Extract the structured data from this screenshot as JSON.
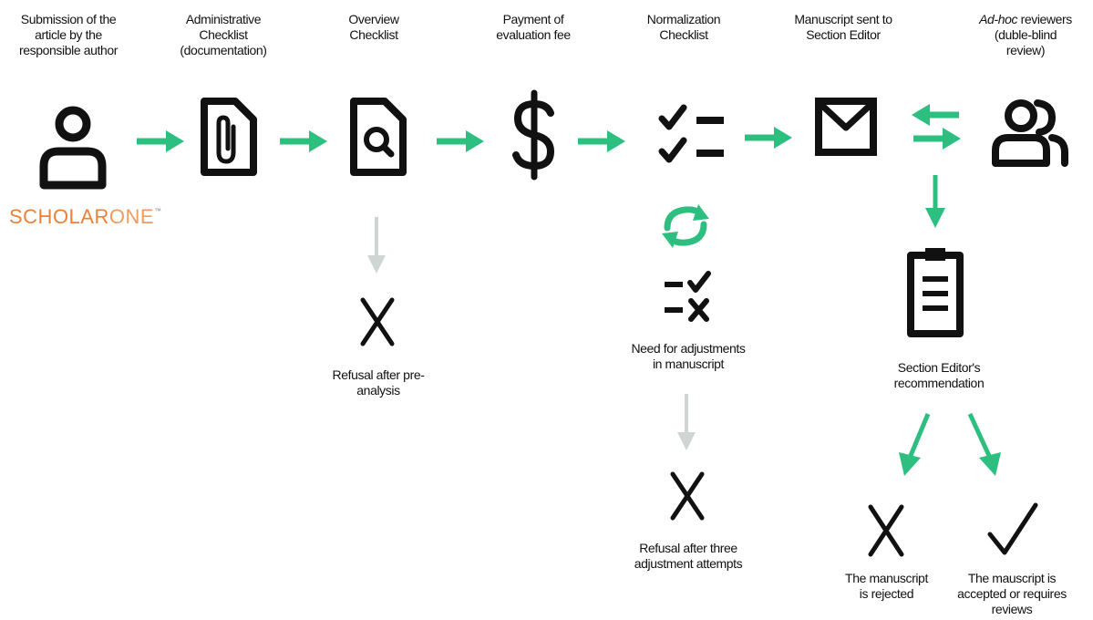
{
  "colors": {
    "accent": "#2dbf7f",
    "muted": "#cfd5d2",
    "ink": "#111111",
    "brand": "#e8823a"
  },
  "steps": [
    {
      "label": "Submission of the\narticle by the\nresponsible author",
      "icon": "user-icon"
    },
    {
      "label": "Administrative\nChecklist\n(documentation)",
      "icon": "paperclip-document-icon"
    },
    {
      "label": "Overview\nChecklist",
      "icon": "document-search-icon"
    },
    {
      "label": "Payment of\nevaluation fee",
      "icon": "dollar-icon"
    },
    {
      "label": "Normalization\nChecklist",
      "icon": "checklist-icon"
    },
    {
      "label": "Manuscript sent to\nSection Editor",
      "icon": "envelope-icon"
    },
    {
      "label_italic": "Ad-hoc",
      "label": " reviewers\n(duble-blind\nreview)",
      "icon": "reviewers-icon"
    }
  ],
  "brand": {
    "name_orange": "SCHOLAR",
    "name_grey": "ONE",
    "tm": "™"
  },
  "branches": {
    "overview_refusal": "Refusal after pre-\nanalysis",
    "adjustments": "Need for adjustments\nin manuscript",
    "adjustment_refusal": "Refusal after three\nadjustment attempts",
    "recommendation": "Section Editor's\nrecommendation",
    "rejected": "The manuscript\nis rejected",
    "accepted": "The mauscript is\naccepted or requires\nreviews"
  }
}
